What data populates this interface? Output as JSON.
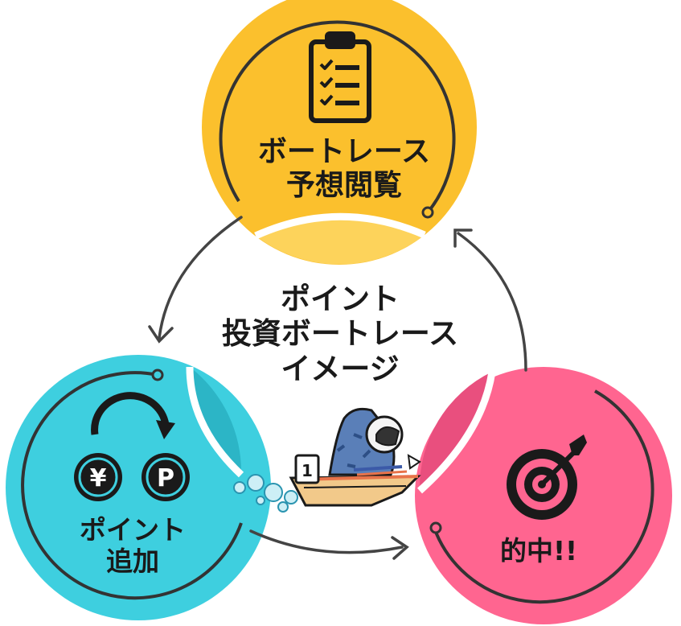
{
  "title": {
    "line1": "ポイント",
    "line2": "投資ボートレース",
    "line3": "イメージ"
  },
  "nodes": [
    {
      "id": "top",
      "label_line1": "ボートレース",
      "label_line2": "予想閲覧",
      "icon": "clipboard-checklist-icon",
      "color": "#FBC02D"
    },
    {
      "id": "left",
      "label_line1": "ポイント",
      "label_line2": "追加",
      "icon": "yen-to-point-exchange-icon",
      "color": "#3ECFDF"
    },
    {
      "id": "right",
      "label_line1": "的中!!",
      "label_line2": "",
      "icon": "target-bullseye-icon",
      "color": "#FF6590"
    }
  ],
  "cycle_order": [
    "top",
    "left",
    "right",
    "top"
  ],
  "illustration": "racing-boat-with-helmeted-racer",
  "boat_number": "1",
  "colors": {
    "yellow": "#FBC02D",
    "cyan": "#3ECFDF",
    "pink": "#FF6590",
    "line": "#444444"
  }
}
